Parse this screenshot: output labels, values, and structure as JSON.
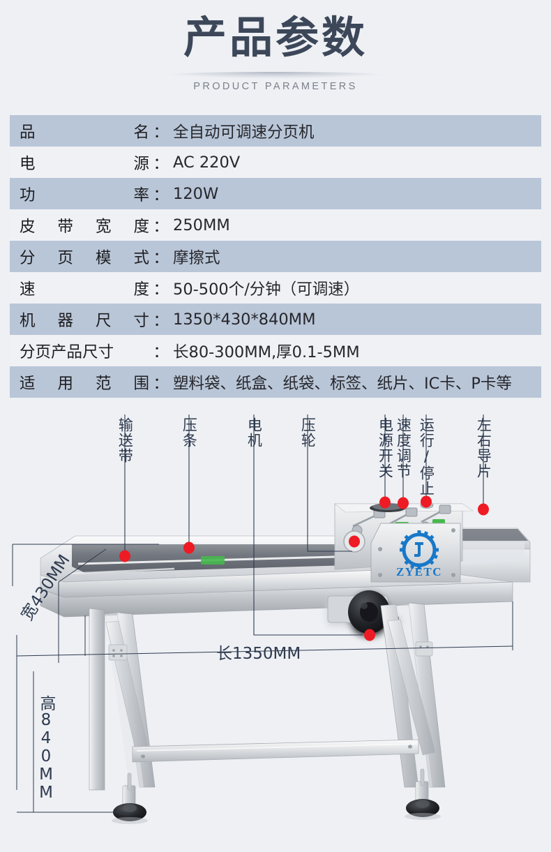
{
  "header": {
    "title": "产品参数",
    "subtitle": "PRODUCT PARAMETERS"
  },
  "spec_table": {
    "rows": [
      {
        "label": "品名",
        "label_full": "品　　　　名：",
        "value": "全自动可调速分页机"
      },
      {
        "label": "电源",
        "label_full": "电　　　　源：",
        "value": "AC  220V"
      },
      {
        "label": "功率",
        "label_full": "功　　　　率：",
        "value": "120W"
      },
      {
        "label": "皮带宽度",
        "label_full": "皮 带 宽 度：",
        "value": "250MM"
      },
      {
        "label": "分页模式",
        "label_full": "分 页 模 式：",
        "value": "摩擦式"
      },
      {
        "label": "速度",
        "label_full": "速　　　　度：",
        "value": "50-500个/分钟（可调速）"
      },
      {
        "label": "机器尺寸",
        "label_full": "机 器 尺 寸：",
        "value": "1350*430*840MM"
      },
      {
        "label": "分页产品尺寸",
        "label_full": "分页产品尺寸：",
        "value": "长80-300MM,厚0.1-5MM"
      },
      {
        "label": "适用范围",
        "label_full": "适 用 范 围：",
        "value": "塑料袋、纸盒、纸袋、标签、纸片、IC卡、P卡等"
      }
    ]
  },
  "diagram": {
    "callouts": [
      {
        "id": "conveyor-belt",
        "text": "输送带"
      },
      {
        "id": "press-bar",
        "text": "压条"
      },
      {
        "id": "motor",
        "text": "电机"
      },
      {
        "id": "press-wheel",
        "text": "压轮"
      },
      {
        "id": "power-switch",
        "text": "电源开关"
      },
      {
        "id": "speed-adjust",
        "text": "速度调节"
      },
      {
        "id": "run-stop",
        "text": "运行/停止"
      },
      {
        "id": "side-guides",
        "text": "左右导片"
      }
    ],
    "dimensions": {
      "width": "宽430MM",
      "length": "长1350MM",
      "height": "高840MM"
    },
    "brand": "ZYETC"
  },
  "colors": {
    "background": "#eef0f4",
    "row_alt": "#b9c6d8",
    "row_plain": "#f0f1f5",
    "title": "#3c4759",
    "subtitle": "#7b808a",
    "leader_line": "#2e3a4e",
    "marker": "#ee1b24",
    "brand": "#1878c8"
  }
}
